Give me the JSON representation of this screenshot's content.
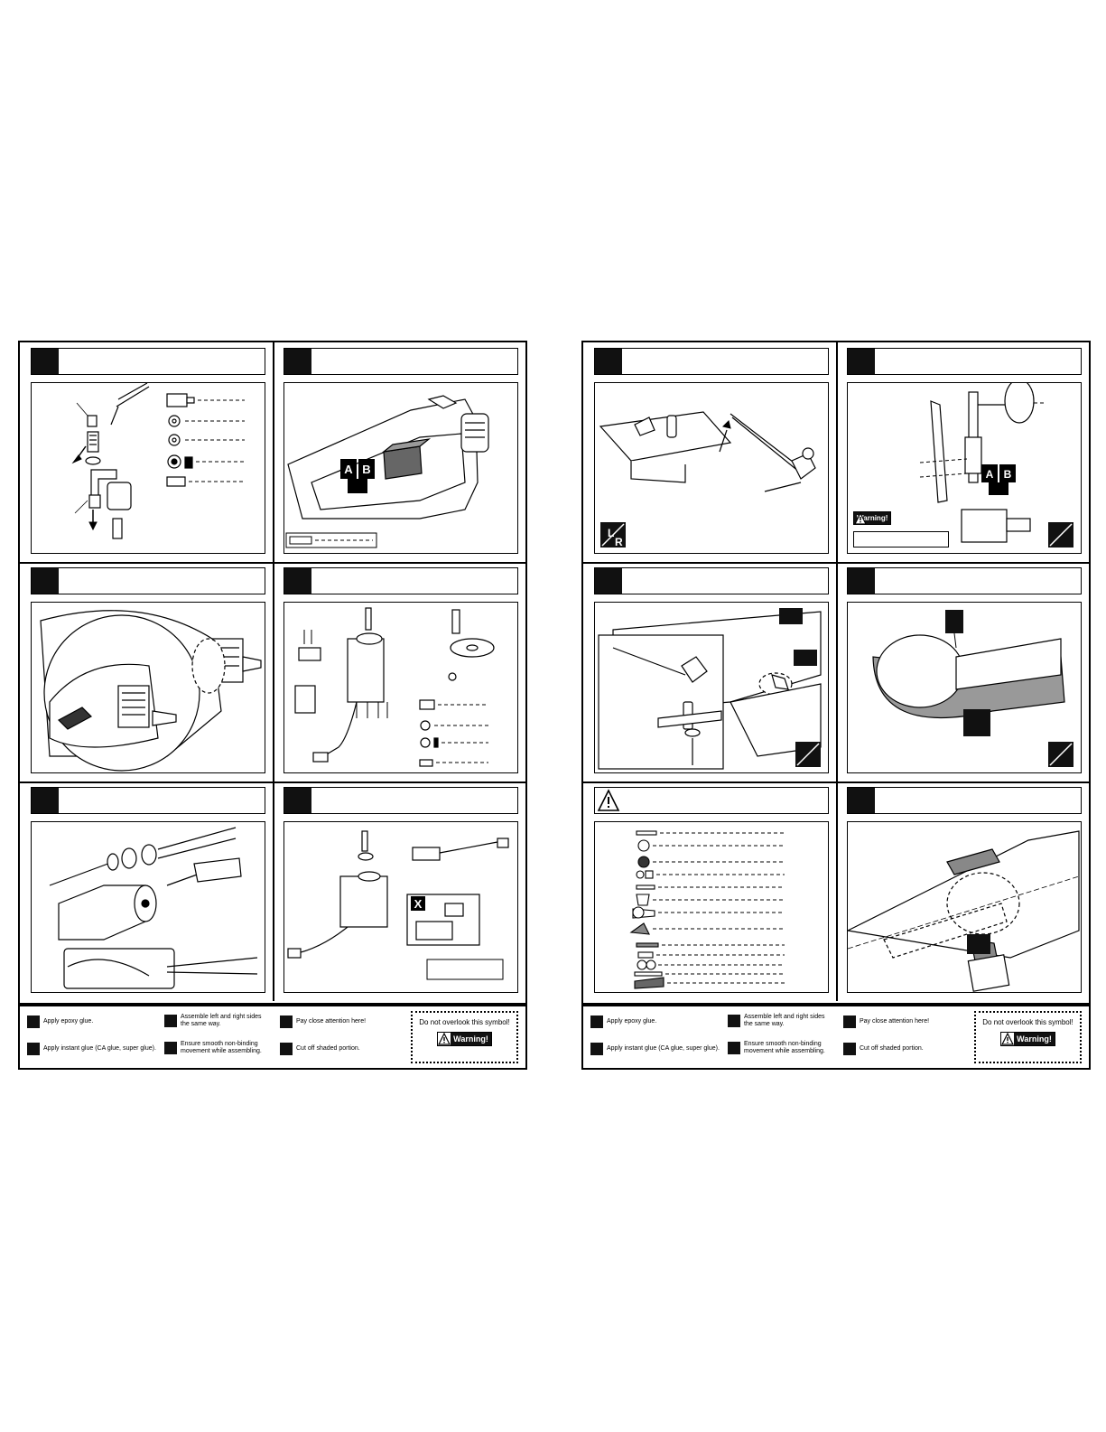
{
  "legend": {
    "epoxy": "Apply epoxy glue.",
    "instant": "Apply instant glue (CA glue, super glue).",
    "lr": "Assemble left and right sides\nthe same way.",
    "smooth": "Ensure smooth non-binding\nmovement while assembling.",
    "attention": "Pay close attention here!",
    "cutoff": "Cut off shaded portion.",
    "notice": "Do not overlook this symbol!",
    "warning": "Warning!"
  },
  "badges": {
    "ab_a": "A",
    "ab_b": "B",
    "x_mark": "X",
    "lr_l": "L",
    "lr_r": "R"
  },
  "warning_label": "Warning!"
}
